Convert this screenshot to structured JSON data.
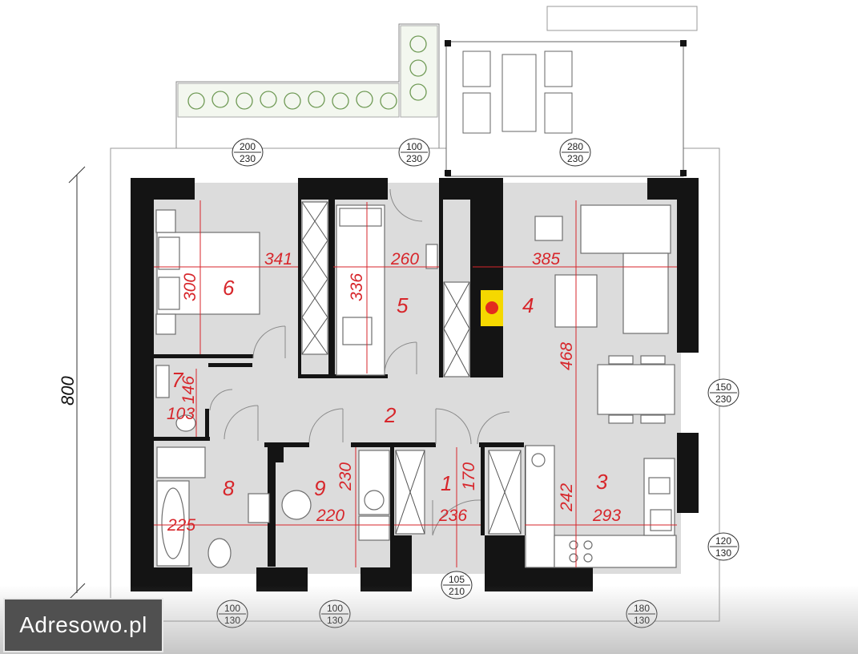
{
  "rooms": {
    "r1": "1",
    "r2": "2",
    "r3": "3",
    "r4": "4",
    "r5": "5",
    "r6": "6",
    "r7": "7",
    "r8": "8",
    "r9": "9"
  },
  "dimensions": {
    "d341": "341",
    "d260": "260",
    "d385": "385",
    "d300": "300",
    "d336": "336",
    "d468": "468",
    "d146": "146",
    "d103": "103",
    "d230": "230",
    "d170": "170",
    "d242": "242",
    "d225": "225",
    "d220": "220",
    "d236": "236",
    "d293": "293",
    "overall": "800"
  },
  "openings": [
    {
      "top": "200",
      "bottom": "230"
    },
    {
      "top": "100",
      "bottom": "230"
    },
    {
      "top": "280",
      "bottom": "230"
    },
    {
      "top": "150",
      "bottom": "230"
    },
    {
      "top": "120",
      "bottom": "130"
    },
    {
      "top": "100",
      "bottom": "130"
    },
    {
      "top": "100",
      "bottom": "130"
    },
    {
      "top": "105",
      "bottom": "210"
    },
    {
      "top": "180",
      "bottom": "130"
    }
  ],
  "colors": {
    "room_label": "#d7262b",
    "wall": "#141414",
    "fireplace": "#f5d800"
  },
  "watermark": "Adresowo.pl"
}
